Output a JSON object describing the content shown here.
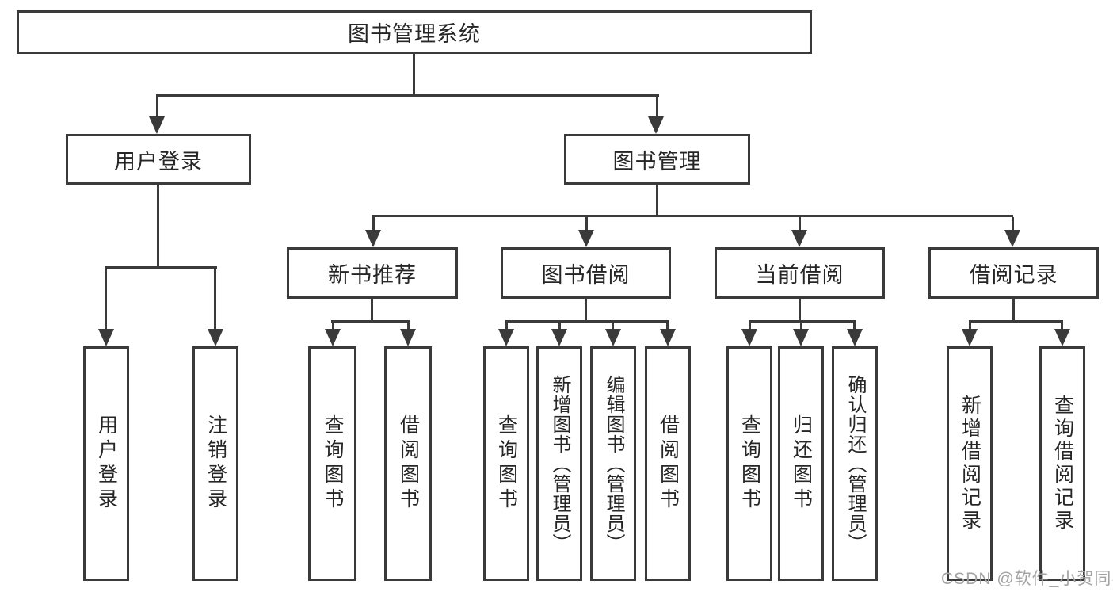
{
  "diagram": {
    "title": "图书管理系统",
    "level2": {
      "user_login": "用户登录",
      "book_mgmt": "图书管理"
    },
    "level3": {
      "new_book": "新书推荐",
      "book_borrow": "图书借阅",
      "current_borrow": "当前借阅",
      "borrow_record": "借阅记录"
    },
    "leaves": {
      "user_login": [
        "用户登录",
        "注销登录"
      ],
      "new_book": [
        "查询图书",
        "借阅图书"
      ],
      "book_borrow": [
        "查询图书",
        "新增图书（管理员）",
        "编辑图书（管理员）",
        "借阅图书"
      ],
      "current_borrow": [
        "查询图书",
        "归还图书",
        "确认归还（管理员）"
      ],
      "borrow_record": [
        "新增借阅记录",
        "查询借阅记录"
      ]
    },
    "watermark": "CSDN @软件_小贺同学",
    "colors": {
      "line": "#3a3a3a",
      "text": "#262626",
      "watermark": "#a3a3a3",
      "background": "#ffffff"
    }
  }
}
